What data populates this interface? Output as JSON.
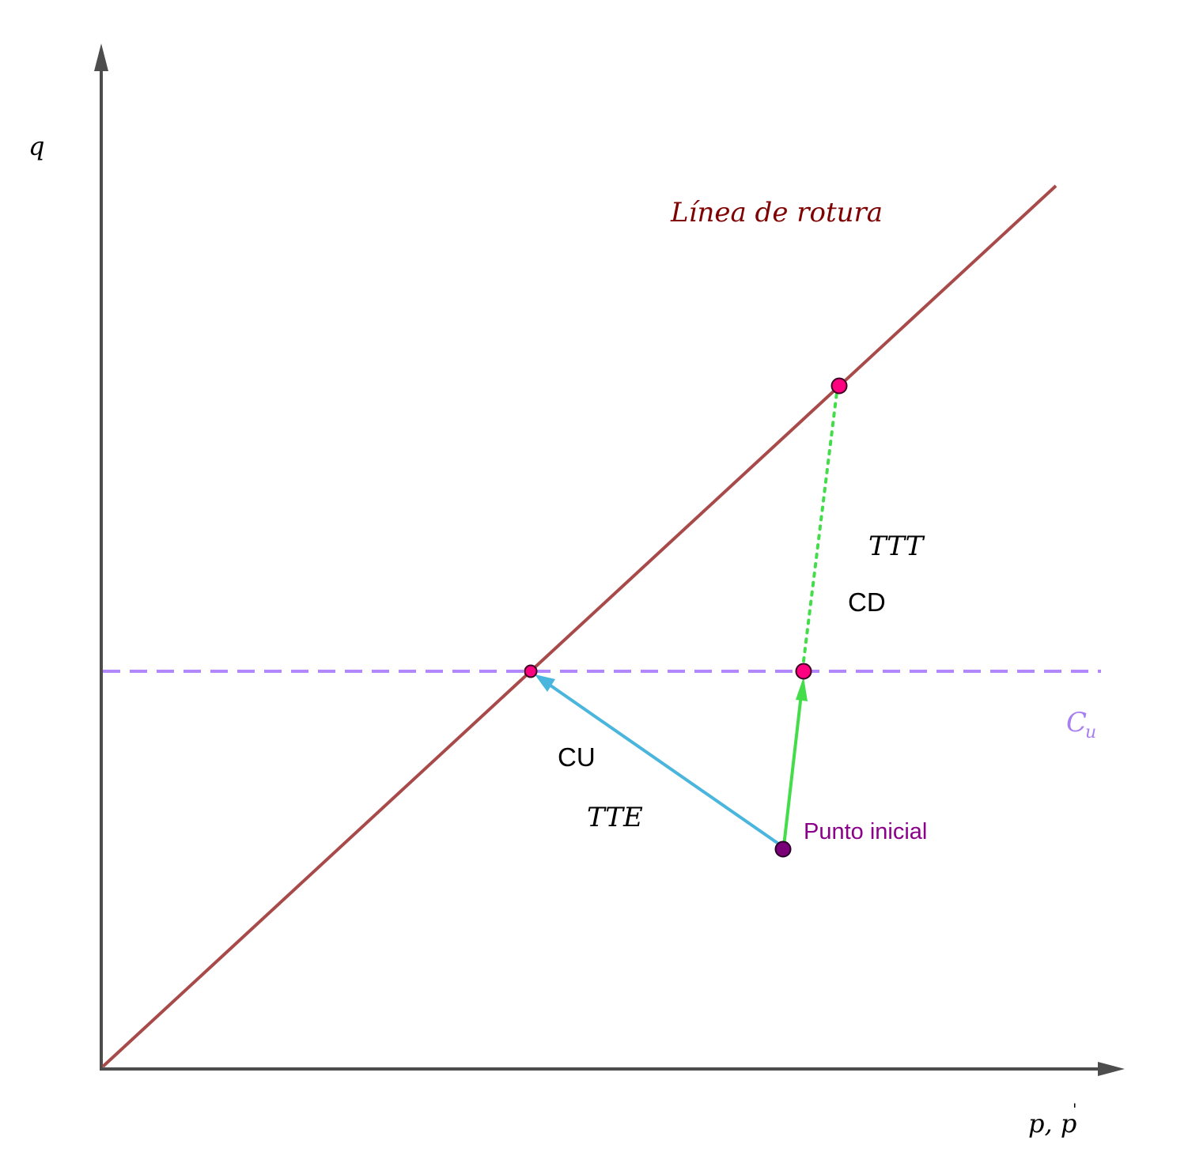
{
  "labels": {
    "y_axis": "q",
    "x_axis": "p, p",
    "x_axis_prime": "'",
    "failure_line": "Línea de rotura",
    "cu_level": "C",
    "cu_sub": "u",
    "ttt": "TTT",
    "cd": "CD",
    "cu": "CU",
    "tte": "TTE",
    "initial_point": "Punto inicial"
  },
  "colors": {
    "axis": "#4d4d4d",
    "failure_line": "#a84a4a",
    "failure_label": "#7f0000",
    "cu_line": "#b388ff",
    "cu_label": "#a87ff0",
    "drained_path": "#44dd4a",
    "undrained_path": "#4ab5dd",
    "failure_point": "#ff0080",
    "initial_point": "#7a0077",
    "initial_label": "#8b008b",
    "text": "#000000"
  }
}
